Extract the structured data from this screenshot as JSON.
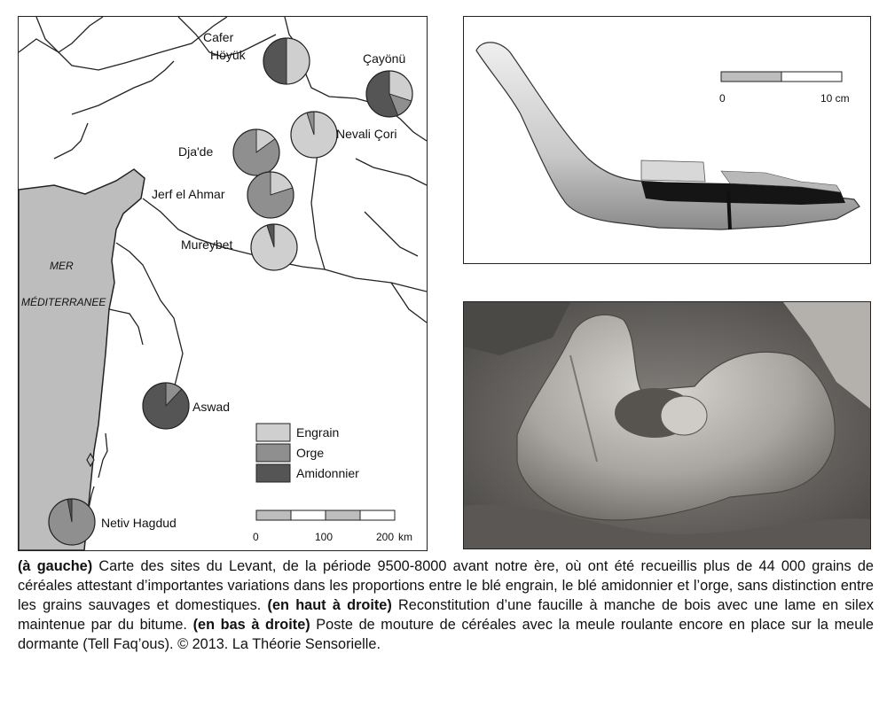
{
  "map": {
    "sea_label_line1": "MER",
    "sea_label_line2": "MÉDITERRANEE",
    "sites": [
      {
        "name_lines": [
          "Cafer",
          "Höyük"
        ],
        "engrain": 0.5,
        "orge": 0.0,
        "amidonnier": 0.5
      },
      {
        "name_lines": [
          "Çayönü"
        ],
        "engrain": 0.3,
        "orge": 0.14,
        "amidonnier": 0.56
      },
      {
        "name_lines": [
          "Nevali Çori"
        ],
        "engrain": 0.95,
        "orge": 0.05,
        "amidonnier": 0.0
      },
      {
        "name_lines": [
          "Dja'de"
        ],
        "engrain": 0.15,
        "orge": 0.85,
        "amidonnier": 0.0
      },
      {
        "name_lines": [
          "Jerf el Ahmar"
        ],
        "engrain": 0.2,
        "orge": 0.8,
        "amidonnier": 0.0
      },
      {
        "name_lines": [
          "Mureybet"
        ],
        "engrain": 0.95,
        "orge": 0.0,
        "amidonnier": 0.05
      },
      {
        "name_lines": [
          "Aswad"
        ],
        "engrain": 0.0,
        "orge": 0.12,
        "amidonnier": 0.88
      },
      {
        "name_lines": [
          "Netiv Hagdud"
        ],
        "engrain": 0.0,
        "orge": 0.97,
        "amidonnier": 0.03
      }
    ],
    "legend": [
      {
        "label": "Engrain",
        "color": "#cfcfcf"
      },
      {
        "label": "Orge",
        "color": "#8f8f8f"
      },
      {
        "label": "Amidonnier",
        "color": "#555555"
      }
    ],
    "scale_labels": [
      "0",
      "100",
      "200",
      "km"
    ]
  },
  "sickle": {
    "scale_labels": [
      "0",
      "10 cm"
    ]
  },
  "caption": {
    "p1_bold": "(à gauche)",
    "p1_text": " Carte des sites du Levant, de la période 9500-8000 avant notre ère, où ont été recueillis plus de 44 000 grains de céréales attestant d’importantes variations dans les proportions entre le blé engrain, le blé amidonnier et l’orge, sans distinction entre les grains sauvages et domestiques. ",
    "p2_bold": "(en haut à droite)",
    "p2_text": " Reconstitution d’une faucille à manche de bois avec une lame en silex maintenue par du bitume. ",
    "p3_bold": "(en bas à droite)",
    "p3_text": " Poste de mouture de céréales avec la meule roulante encore en place sur la meule dormante (Tell Faq’ous). © 2013. La Théorie Sensorielle."
  }
}
